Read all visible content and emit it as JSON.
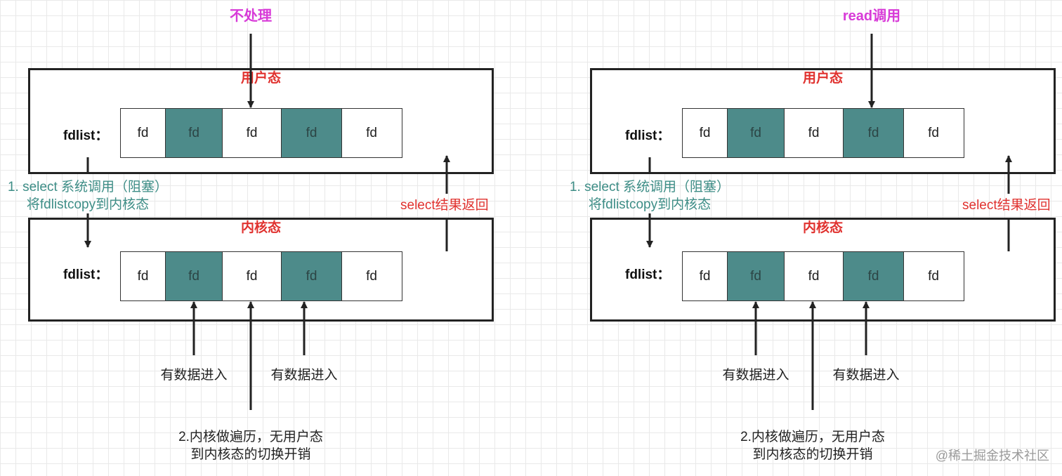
{
  "left": {
    "top_label": "不处理",
    "user_box_title": "用户态",
    "kernel_box_title": "内核态",
    "fdlist_label": "fdlist：",
    "cells": [
      {
        "text": "fd",
        "ready": false
      },
      {
        "text": "fd",
        "ready": true
      },
      {
        "text": "fd",
        "ready": false
      },
      {
        "text": "fd",
        "ready": true
      },
      {
        "text": "fd",
        "ready": false
      }
    ],
    "step1": {
      "line1": "1. select 系统调用（阻塞）",
      "line2": "将fdlistcopy到内核态"
    },
    "return_label": "select结果返回",
    "data_in_left": "有数据进入",
    "data_in_right": "有数据进入",
    "step2": {
      "line1": "2.内核做遍历，无用户态",
      "line2": "到内核态的切换开销"
    }
  },
  "right": {
    "top_label": "read调用",
    "user_box_title": "用户态",
    "kernel_box_title": "内核态",
    "fdlist_label": "fdlist：",
    "cells": [
      {
        "text": "fd",
        "ready": false
      },
      {
        "text": "fd",
        "ready": true
      },
      {
        "text": "fd",
        "ready": false
      },
      {
        "text": "fd",
        "ready": true
      },
      {
        "text": "fd",
        "ready": false
      }
    ],
    "step1": {
      "line1": "1. select 系统调用（阻塞）",
      "line2": "将fdlistcopy到内核态"
    },
    "return_label": "select结果返回",
    "data_in_left": "有数据进入",
    "data_in_right": "有数据进入",
    "step2": {
      "line1": "2.内核做遍历，无用户态",
      "line2": "到内核态的切换开销"
    }
  },
  "watermark": "@稀土掘金技术社区",
  "colors": {
    "ready_cell": "#4d8b8a",
    "box_title": "#e0312e",
    "top_label": "#d83ad8",
    "step1_text": "#3d8d86",
    "return_text": "#e0312e"
  }
}
